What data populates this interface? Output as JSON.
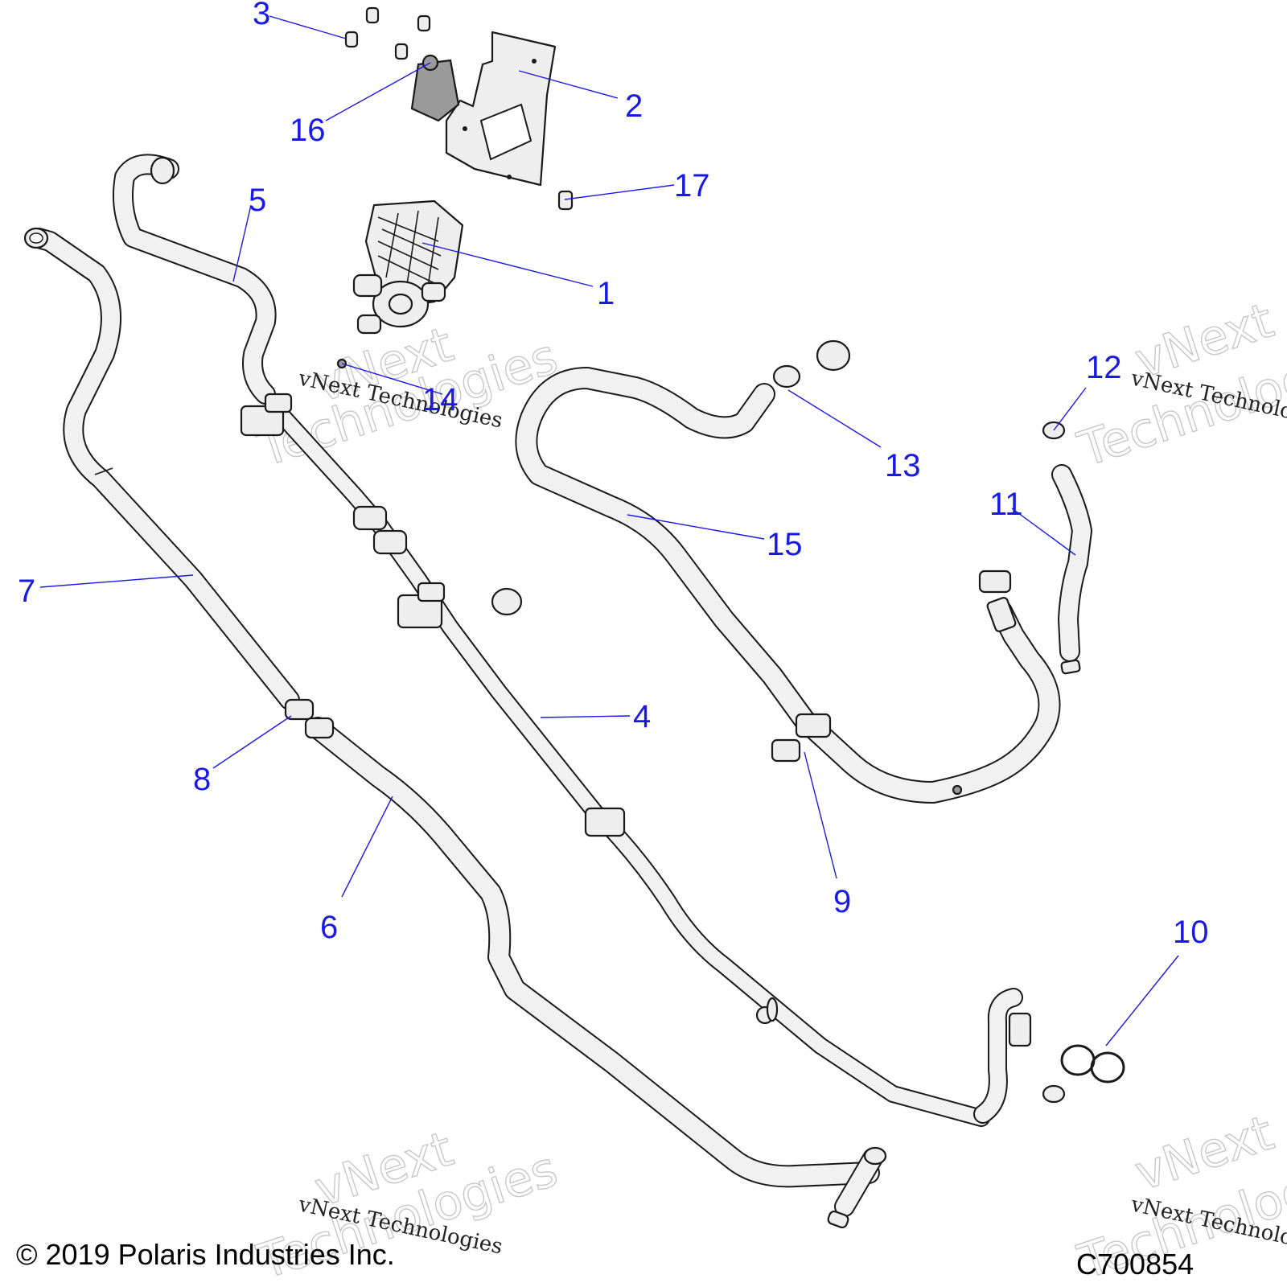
{
  "callouts": [
    {
      "id": "1",
      "label": "1"
    },
    {
      "id": "2",
      "label": "2"
    },
    {
      "id": "3",
      "label": "3"
    },
    {
      "id": "4",
      "label": "4"
    },
    {
      "id": "5",
      "label": "5"
    },
    {
      "id": "6",
      "label": "6"
    },
    {
      "id": "7",
      "label": "7"
    },
    {
      "id": "8",
      "label": "8"
    },
    {
      "id": "9",
      "label": "9"
    },
    {
      "id": "10",
      "label": "10"
    },
    {
      "id": "11",
      "label": "11"
    },
    {
      "id": "12",
      "label": "12"
    },
    {
      "id": "13",
      "label": "13"
    },
    {
      "id": "14",
      "label": "14"
    },
    {
      "id": "15",
      "label": "15"
    },
    {
      "id": "16",
      "label": "16"
    },
    {
      "id": "17",
      "label": "17"
    }
  ],
  "watermark": {
    "line": "vNext Technologies",
    "ghost_top": "vNext",
    "ghost_bottom": "Technologies"
  },
  "footer": {
    "copyright": "© 2019 Polaris Industries Inc.",
    "code": "C700854"
  },
  "colors": {
    "callout": "#1a1ae6",
    "ink": "#1a1a1a",
    "background": "#ffffff"
  }
}
